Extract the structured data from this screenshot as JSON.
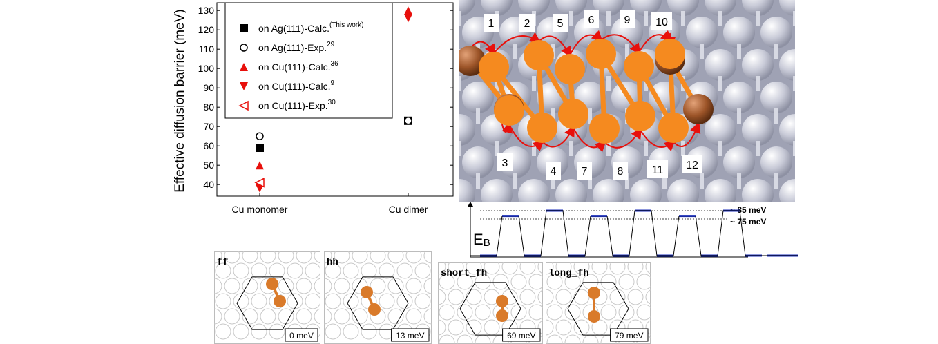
{
  "chart_data": {
    "type": "scatter",
    "categories": [
      "Cu monomer",
      "Cu dimer"
    ],
    "ylabel": "Effective diffusion barrier (meV)",
    "xlabel": "",
    "ylim": [
      34,
      134
    ],
    "yticks": [
      40,
      50,
      60,
      70,
      80,
      90,
      100,
      110,
      120,
      130
    ],
    "series": [
      {
        "label_main": "on Ag(111)-Calc.",
        "label_sup": "(This work)",
        "marker": "square-filled",
        "color": "#000000",
        "values": [
          59,
          73
        ]
      },
      {
        "label_main": "on Ag(111)-Exp.",
        "label_sup": "29",
        "marker": "circle-open",
        "color": "#000000",
        "values": [
          65,
          73
        ]
      },
      {
        "label_main": "on Cu(111)-Calc.",
        "label_sup": "36",
        "marker": "triangle-up",
        "color": "#e8100c",
        "values": [
          50,
          130
        ]
      },
      {
        "label_main": "on Cu(111)-Calc.",
        "label_sup": "9",
        "marker": "triangle-down",
        "color": "#e8100c",
        "values": [
          38,
          126
        ]
      },
      {
        "label_main": "on Cu(111)-Exp.",
        "label_sup": "30",
        "marker": "triangle-left-open",
        "color": "#e8100c",
        "values": [
          41,
          null
        ]
      }
    ],
    "legend_position": "top-left"
  },
  "path_diagram": {
    "step_labels_top": [
      "1",
      "2",
      "5",
      "6",
      "9",
      "10"
    ],
    "step_labels_bottom": [
      "3",
      "4",
      "7",
      "8",
      "11",
      "12"
    ],
    "atom_color": "#f58a1f",
    "end_atom_color": "#9c5428",
    "substrate_color": "#b9bccb",
    "arrow_color": "#e8100c"
  },
  "energy_profile": {
    "axis_label": "E",
    "axis_sub": "B",
    "level_high": "~ 85 meV",
    "level_low": "~ 75 meV",
    "steps": [
      0,
      75,
      0,
      85,
      0,
      75,
      0,
      85,
      0,
      75,
      0,
      85,
      0,
      0
    ]
  },
  "configs": [
    {
      "name": "ff",
      "energy": "0 meV"
    },
    {
      "name": "hh",
      "energy": "13 meV"
    },
    {
      "name": "short_fh",
      "energy": "69 meV"
    },
    {
      "name": "long_fh",
      "energy": "79 meV"
    }
  ]
}
